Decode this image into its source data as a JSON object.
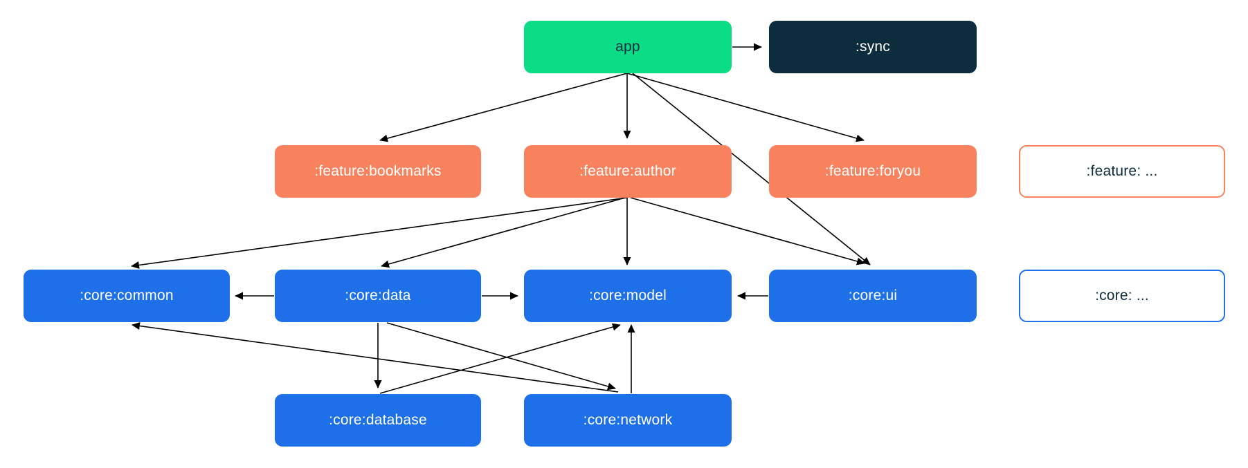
{
  "diagram": {
    "kind": "module-dependency-graph",
    "nodes": [
      {
        "id": "app",
        "label": "app",
        "kind": "app"
      },
      {
        "id": "sync",
        "label": ":sync",
        "kind": "sync"
      },
      {
        "id": "feature-bookmarks",
        "label": ":feature:bookmarks",
        "kind": "feature"
      },
      {
        "id": "feature-author",
        "label": ":feature:author",
        "kind": "feature"
      },
      {
        "id": "feature-foryou",
        "label": ":feature:foryou",
        "kind": "feature"
      },
      {
        "id": "legend-feature",
        "label": ":feature: ...",
        "kind": "legend-feature"
      },
      {
        "id": "core-common",
        "label": ":core:common",
        "kind": "core"
      },
      {
        "id": "core-data",
        "label": ":core:data",
        "kind": "core"
      },
      {
        "id": "core-model",
        "label": ":core:model",
        "kind": "core"
      },
      {
        "id": "core-ui",
        "label": ":core:ui",
        "kind": "core"
      },
      {
        "id": "legend-core",
        "label": ":core: ...",
        "kind": "legend-core"
      },
      {
        "id": "core-database",
        "label": ":core:database",
        "kind": "core"
      },
      {
        "id": "core-network",
        "label": ":core:network",
        "kind": "core"
      }
    ],
    "edges": [
      {
        "from": "app",
        "to": ":sync"
      },
      {
        "from": "app",
        "to": ":feature:bookmarks"
      },
      {
        "from": "app",
        "to": ":feature:author"
      },
      {
        "from": "app",
        "to": ":feature:foryou"
      },
      {
        "from": "app",
        "to": ":core:ui"
      },
      {
        "from": ":feature:author",
        "to": ":core:common"
      },
      {
        "from": ":feature:author",
        "to": ":core:data"
      },
      {
        "from": ":feature:author",
        "to": ":core:model"
      },
      {
        "from": ":feature:author",
        "to": ":core:ui"
      },
      {
        "from": ":core:data",
        "to": ":core:common"
      },
      {
        "from": ":core:data",
        "to": ":core:model"
      },
      {
        "from": ":core:ui",
        "to": ":core:model"
      },
      {
        "from": ":core:data",
        "to": ":core:database"
      },
      {
        "from": ":core:data",
        "to": ":core:network"
      },
      {
        "from": ":core:database",
        "to": ":core:model"
      },
      {
        "from": ":core:network",
        "to": ":core:model"
      },
      {
        "from": ":core:network",
        "to": ":core:common"
      }
    ],
    "colors": {
      "app_green": "#0bdd87",
      "navy": "#0d2c3e",
      "feature_orange": "#f8825e",
      "core_blue": "#1e70e8",
      "white": "#ffffff",
      "edge_black": "#000000",
      "background": "#ffffff"
    }
  }
}
